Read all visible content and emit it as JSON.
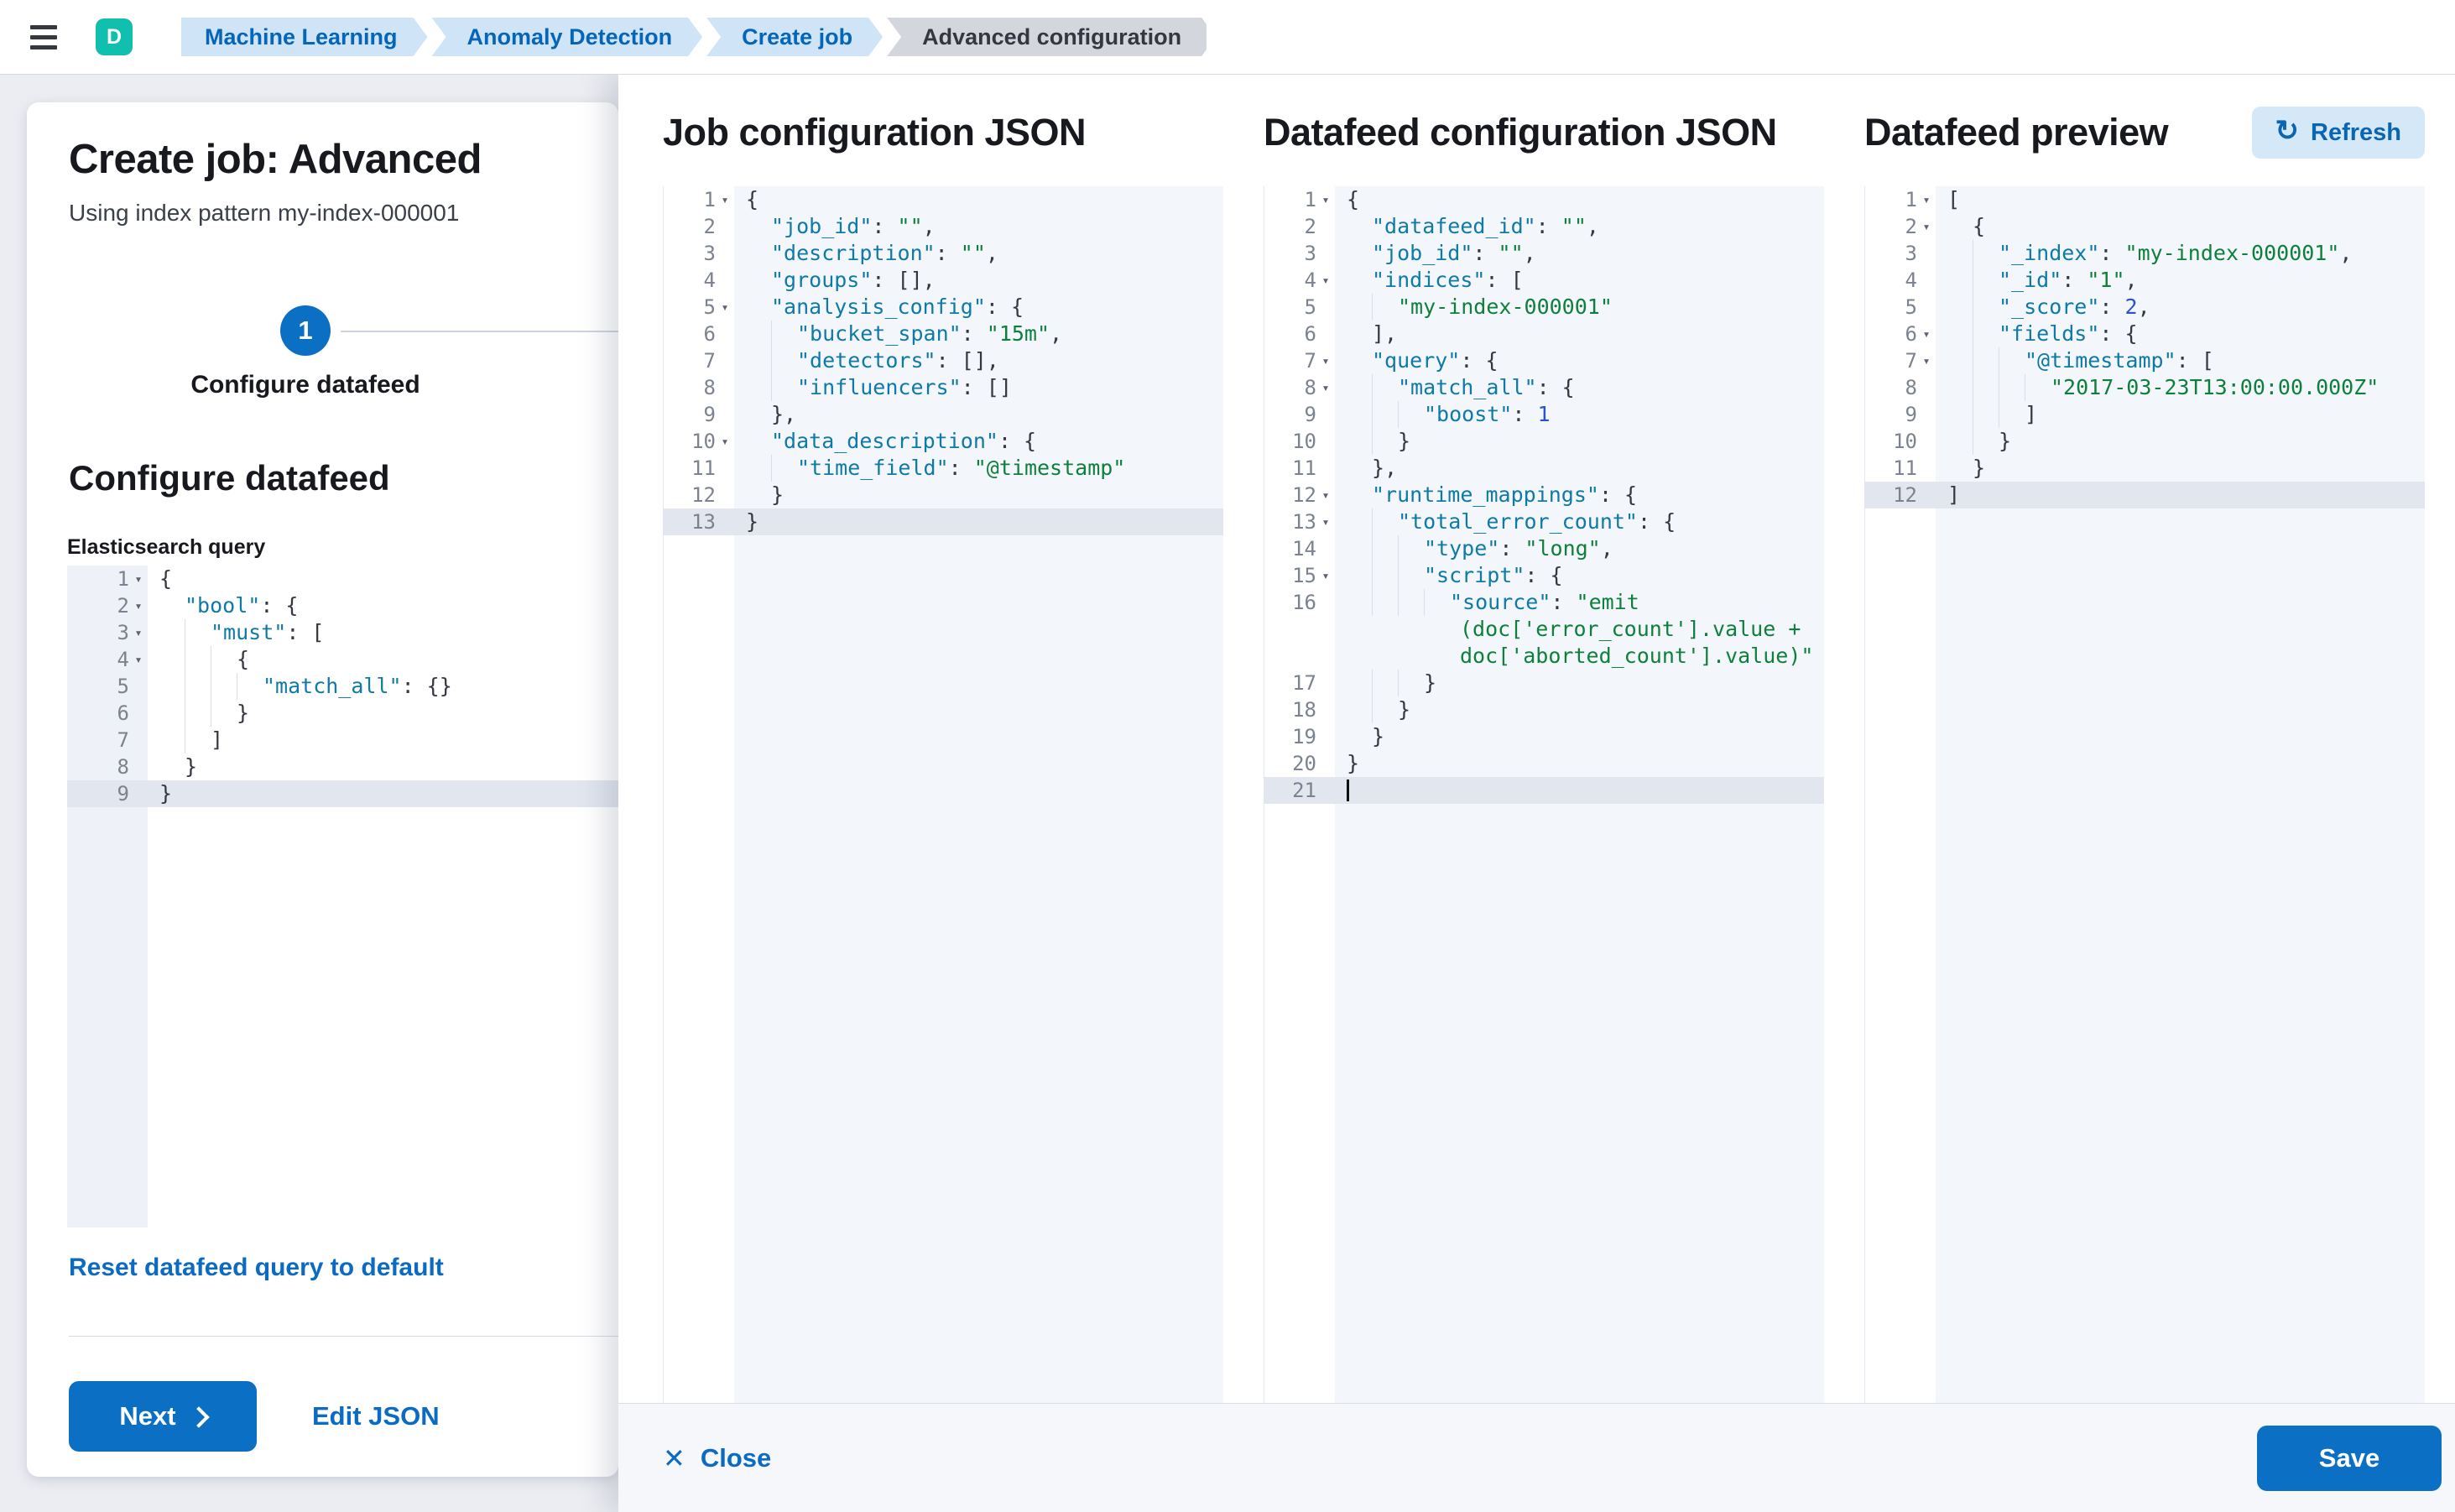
{
  "topbar": {
    "avatar_initial": "D",
    "breadcrumbs": [
      {
        "label": "Machine Learning",
        "current": false
      },
      {
        "label": "Anomaly Detection",
        "current": false
      },
      {
        "label": "Create job",
        "current": false
      },
      {
        "label": "Advanced configuration",
        "current": true
      }
    ]
  },
  "wizard": {
    "title": "Create job: Advanced",
    "subtitle": "Using index pattern my-index-000001",
    "step_number": "1",
    "step_label": "Configure datafeed",
    "section_title": "Configure datafeed",
    "query_label": "Elasticsearch query",
    "reset_label": "Reset datafeed query to default",
    "next_label": "Next",
    "edit_json_label": "Edit JSON"
  },
  "flyout": {
    "columns": [
      {
        "title": "Job configuration JSON"
      },
      {
        "title": "Datafeed configuration JSON"
      },
      {
        "title": "Datafeed preview"
      }
    ],
    "refresh_label": "Refresh",
    "close_label": "Close",
    "save_label": "Save"
  },
  "colors": {
    "primary": "#0b6fc3",
    "link": "#0b6ac1",
    "avatar": "#10bfae",
    "breadcrumb_bg": "#cfe4f6",
    "breadcrumb_current_bg": "#d3d6dd",
    "code_key": "#0f79a8",
    "code_string": "#0e7f3c",
    "code_number": "#2a52cc",
    "active_line": "#e1e6ef"
  },
  "editors": {
    "es_query": {
      "rows": [
        {
          "n": 1,
          "fold": true,
          "ind": 0,
          "tok": [
            [
              "p",
              "{"
            ]
          ]
        },
        {
          "n": 2,
          "fold": true,
          "ind": 1,
          "tok": [
            [
              "k",
              "\"bool\""
            ],
            [
              "p",
              ": {"
            ]
          ]
        },
        {
          "n": 3,
          "fold": true,
          "ind": 2,
          "tok": [
            [
              "k",
              "\"must\""
            ],
            [
              "p",
              ": ["
            ]
          ]
        },
        {
          "n": 4,
          "fold": true,
          "ind": 3,
          "tok": [
            [
              "p",
              "{"
            ]
          ]
        },
        {
          "n": 5,
          "ind": 4,
          "tok": [
            [
              "k",
              "\"match_all\""
            ],
            [
              "p",
              ": {}"
            ]
          ]
        },
        {
          "n": 6,
          "ind": 3,
          "tok": [
            [
              "p",
              "}"
            ]
          ]
        },
        {
          "n": 7,
          "ind": 2,
          "tok": [
            [
              "p",
              "]"
            ]
          ]
        },
        {
          "n": 8,
          "ind": 1,
          "tok": [
            [
              "p",
              "}"
            ]
          ]
        },
        {
          "n": 9,
          "ind": 0,
          "active": true,
          "tok": [
            [
              "p",
              "}"
            ]
          ]
        }
      ]
    },
    "job_config": {
      "rows": [
        {
          "n": 1,
          "fold": true,
          "ind": 0,
          "tok": [
            [
              "p",
              "{"
            ]
          ]
        },
        {
          "n": 2,
          "ind": 1,
          "tok": [
            [
              "k",
              "\"job_id\""
            ],
            [
              "p",
              ": "
            ],
            [
              "s",
              "\"\""
            ],
            [
              "p",
              ","
            ]
          ]
        },
        {
          "n": 3,
          "ind": 1,
          "tok": [
            [
              "k",
              "\"description\""
            ],
            [
              "p",
              ": "
            ],
            [
              "s",
              "\"\""
            ],
            [
              "p",
              ","
            ]
          ]
        },
        {
          "n": 4,
          "ind": 1,
          "tok": [
            [
              "k",
              "\"groups\""
            ],
            [
              "p",
              ": [],"
            ]
          ]
        },
        {
          "n": 5,
          "fold": true,
          "ind": 1,
          "tok": [
            [
              "k",
              "\"analysis_config\""
            ],
            [
              "p",
              ": {"
            ]
          ]
        },
        {
          "n": 6,
          "ind": 2,
          "tok": [
            [
              "k",
              "\"bucket_span\""
            ],
            [
              "p",
              ": "
            ],
            [
              "s",
              "\"15m\""
            ],
            [
              "p",
              ","
            ]
          ]
        },
        {
          "n": 7,
          "ind": 2,
          "tok": [
            [
              "k",
              "\"detectors\""
            ],
            [
              "p",
              ": [],"
            ]
          ]
        },
        {
          "n": 8,
          "ind": 2,
          "tok": [
            [
              "k",
              "\"influencers\""
            ],
            [
              "p",
              ": []"
            ]
          ]
        },
        {
          "n": 9,
          "ind": 1,
          "tok": [
            [
              "p",
              "},"
            ]
          ]
        },
        {
          "n": 10,
          "fold": true,
          "ind": 1,
          "tok": [
            [
              "k",
              "\"data_description\""
            ],
            [
              "p",
              ": {"
            ]
          ]
        },
        {
          "n": 11,
          "ind": 2,
          "tok": [
            [
              "k",
              "\"time_field\""
            ],
            [
              "p",
              ": "
            ],
            [
              "s",
              "\"@timestamp\""
            ]
          ]
        },
        {
          "n": 12,
          "ind": 1,
          "tok": [
            [
              "p",
              "}"
            ]
          ]
        },
        {
          "n": 13,
          "ind": 0,
          "active": true,
          "tok": [
            [
              "p",
              "}"
            ]
          ]
        }
      ]
    },
    "datafeed_config": {
      "rows": [
        {
          "n": 1,
          "fold": true,
          "ind": 0,
          "tok": [
            [
              "p",
              "{"
            ]
          ]
        },
        {
          "n": 2,
          "ind": 1,
          "tok": [
            [
              "k",
              "\"datafeed_id\""
            ],
            [
              "p",
              ": "
            ],
            [
              "s",
              "\"\""
            ],
            [
              "p",
              ","
            ]
          ]
        },
        {
          "n": 3,
          "ind": 1,
          "tok": [
            [
              "k",
              "\"job_id\""
            ],
            [
              "p",
              ": "
            ],
            [
              "s",
              "\"\""
            ],
            [
              "p",
              ","
            ]
          ]
        },
        {
          "n": 4,
          "fold": true,
          "ind": 1,
          "tok": [
            [
              "k",
              "\"indices\""
            ],
            [
              "p",
              ": ["
            ]
          ]
        },
        {
          "n": 5,
          "ind": 2,
          "tok": [
            [
              "s",
              "\"my-index-000001\""
            ]
          ]
        },
        {
          "n": 6,
          "ind": 1,
          "tok": [
            [
              "p",
              "],"
            ]
          ]
        },
        {
          "n": 7,
          "fold": true,
          "ind": 1,
          "tok": [
            [
              "k",
              "\"query\""
            ],
            [
              "p",
              ": {"
            ]
          ]
        },
        {
          "n": 8,
          "fold": true,
          "ind": 2,
          "tok": [
            [
              "k",
              "\"match_all\""
            ],
            [
              "p",
              ": {"
            ]
          ]
        },
        {
          "n": 9,
          "ind": 3,
          "tok": [
            [
              "k",
              "\"boost\""
            ],
            [
              "p",
              ": "
            ],
            [
              "n2",
              "1"
            ]
          ]
        },
        {
          "n": 10,
          "ind": 2,
          "tok": [
            [
              "p",
              "}"
            ]
          ]
        },
        {
          "n": 11,
          "ind": 1,
          "tok": [
            [
              "p",
              "},"
            ]
          ]
        },
        {
          "n": 12,
          "fold": true,
          "ind": 1,
          "tok": [
            [
              "k",
              "\"runtime_mappings\""
            ],
            [
              "p",
              ": {"
            ]
          ]
        },
        {
          "n": 13,
          "fold": true,
          "ind": 2,
          "tok": [
            [
              "k",
              "\"total_error_count\""
            ],
            [
              "p",
              ": {"
            ]
          ]
        },
        {
          "n": 14,
          "ind": 3,
          "tok": [
            [
              "k",
              "\"type\""
            ],
            [
              "p",
              ": "
            ],
            [
              "s",
              "\"long\""
            ],
            [
              "p",
              ","
            ]
          ]
        },
        {
          "n": 15,
          "fold": true,
          "ind": 3,
          "tok": [
            [
              "k",
              "\"script\""
            ],
            [
              "p",
              ": {"
            ]
          ]
        },
        {
          "n": 16,
          "ind": 4,
          "tok": [
            [
              "k",
              "\"source\""
            ],
            [
              "p",
              ": "
            ],
            [
              "s",
              "\"emit"
            ]
          ]
        },
        {
          "wrap": true,
          "pad": 9,
          "tok": [
            [
              "s",
              "(doc['error_count'].value +"
            ]
          ]
        },
        {
          "wrap": true,
          "pad": 9,
          "tok": [
            [
              "s",
              "doc['aborted_count'].value)\""
            ]
          ]
        },
        {
          "n": 17,
          "ind": 3,
          "tok": [
            [
              "p",
              "}"
            ]
          ]
        },
        {
          "n": 18,
          "ind": 2,
          "tok": [
            [
              "p",
              "}"
            ]
          ]
        },
        {
          "n": 19,
          "ind": 1,
          "tok": [
            [
              "p",
              "}"
            ]
          ]
        },
        {
          "n": 20,
          "ind": 0,
          "tok": [
            [
              "p",
              "}"
            ]
          ]
        },
        {
          "n": 21,
          "ind": 0,
          "active": true,
          "cursor": true,
          "tok": []
        }
      ]
    },
    "datafeed_preview": {
      "rows": [
        {
          "n": 1,
          "fold": true,
          "ind": 0,
          "tok": [
            [
              "p",
              "["
            ]
          ]
        },
        {
          "n": 2,
          "fold": true,
          "ind": 1,
          "tok": [
            [
              "p",
              "{"
            ]
          ]
        },
        {
          "n": 3,
          "ind": 2,
          "tok": [
            [
              "k",
              "\"_index\""
            ],
            [
              "p",
              ": "
            ],
            [
              "s",
              "\"my-index-000001\""
            ],
            [
              "p",
              ","
            ]
          ]
        },
        {
          "n": 4,
          "ind": 2,
          "tok": [
            [
              "k",
              "\"_id\""
            ],
            [
              "p",
              ": "
            ],
            [
              "s",
              "\"1\""
            ],
            [
              "p",
              ","
            ]
          ]
        },
        {
          "n": 5,
          "ind": 2,
          "tok": [
            [
              "k",
              "\"_score\""
            ],
            [
              "p",
              ": "
            ],
            [
              "n2",
              "2"
            ],
            [
              "p",
              ","
            ]
          ]
        },
        {
          "n": 6,
          "fold": true,
          "ind": 2,
          "tok": [
            [
              "k",
              "\"fields\""
            ],
            [
              "p",
              ": {"
            ]
          ]
        },
        {
          "n": 7,
          "fold": true,
          "ind": 3,
          "tok": [
            [
              "k",
              "\"@timestamp\""
            ],
            [
              "p",
              ": ["
            ]
          ]
        },
        {
          "n": 8,
          "ind": 4,
          "tok": [
            [
              "s",
              "\"2017-03-23T13:00:00.000Z\""
            ]
          ]
        },
        {
          "n": 9,
          "ind": 3,
          "tok": [
            [
              "p",
              "]"
            ]
          ]
        },
        {
          "n": 10,
          "ind": 2,
          "tok": [
            [
              "p",
              "}"
            ]
          ]
        },
        {
          "n": 11,
          "ind": 1,
          "tok": [
            [
              "p",
              "}"
            ]
          ]
        },
        {
          "n": 12,
          "ind": 0,
          "active": true,
          "tok": [
            [
              "p",
              "]"
            ]
          ]
        }
      ]
    }
  }
}
